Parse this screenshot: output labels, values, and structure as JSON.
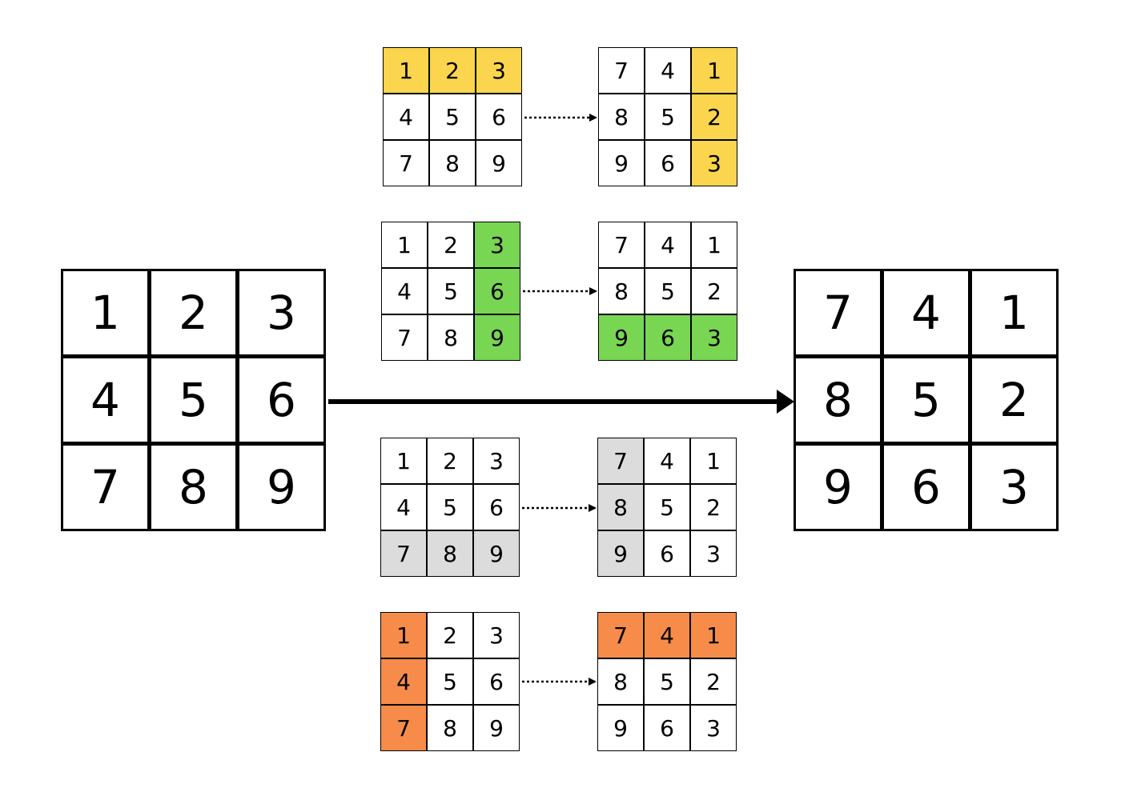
{
  "main_input": {
    "cells": [
      "1",
      "2",
      "3",
      "4",
      "5",
      "6",
      "7",
      "8",
      "9"
    ]
  },
  "main_output": {
    "cells": [
      "7",
      "4",
      "1",
      "8",
      "5",
      "2",
      "9",
      "6",
      "3"
    ]
  },
  "steps": [
    {
      "color_name": "yellow",
      "color": "#fad54d",
      "input": {
        "cells": [
          "1",
          "2",
          "3",
          "4",
          "5",
          "6",
          "7",
          "8",
          "9"
        ],
        "highlight": [
          0,
          1,
          2
        ]
      },
      "output": {
        "cells": [
          "7",
          "4",
          "1",
          "8",
          "5",
          "2",
          "9",
          "6",
          "3"
        ],
        "highlight": [
          2,
          5,
          8
        ]
      }
    },
    {
      "color_name": "green",
      "color": "#78d653",
      "input": {
        "cells": [
          "1",
          "2",
          "3",
          "4",
          "5",
          "6",
          "7",
          "8",
          "9"
        ],
        "highlight": [
          2,
          5,
          8
        ]
      },
      "output": {
        "cells": [
          "7",
          "4",
          "1",
          "8",
          "5",
          "2",
          "9",
          "6",
          "3"
        ],
        "highlight": [
          6,
          7,
          8
        ]
      }
    },
    {
      "color_name": "gray",
      "color": "#dcdcdc",
      "input": {
        "cells": [
          "1",
          "2",
          "3",
          "4",
          "5",
          "6",
          "7",
          "8",
          "9"
        ],
        "highlight": [
          6,
          7,
          8
        ]
      },
      "output": {
        "cells": [
          "7",
          "4",
          "1",
          "8",
          "5",
          "2",
          "9",
          "6",
          "3"
        ],
        "highlight": [
          0,
          3,
          6
        ]
      }
    },
    {
      "color_name": "orange",
      "color": "#f78c4a",
      "input": {
        "cells": [
          "1",
          "2",
          "3",
          "4",
          "5",
          "6",
          "7",
          "8",
          "9"
        ],
        "highlight": [
          0,
          3,
          6
        ]
      },
      "output": {
        "cells": [
          "7",
          "4",
          "1",
          "8",
          "5",
          "2",
          "9",
          "6",
          "3"
        ],
        "highlight": [
          0,
          1,
          2
        ]
      }
    }
  ]
}
